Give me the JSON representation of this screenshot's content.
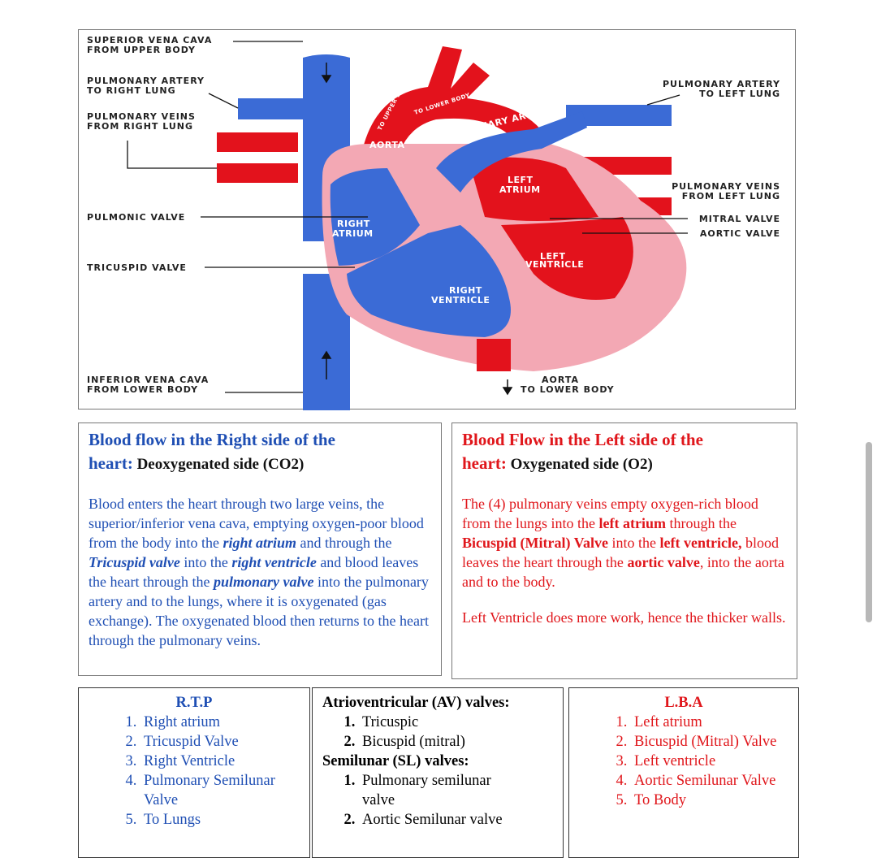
{
  "diagram": {
    "labels": {
      "svc_1": "SUPERIOR VENA CAVA",
      "svc_2": "FROM UPPER BODY",
      "pa_right_1": "PULMONARY ARTERY",
      "pa_right_2": "TO RIGHT LUNG",
      "pv_right_1": "PULMONARY VEINS",
      "pv_right_2": "FROM RIGHT LUNG",
      "pulmonic_valve": "PULMONIC VALVE",
      "tricuspid_valve": "TRICUSPID VALVE",
      "ivc_1": "INFERIOR VENA CAVA",
      "ivc_2": "FROM LOWER BODY",
      "pa_left_1": "PULMONARY ARTERY",
      "pa_left_2": "TO LEFT LUNG",
      "pv_left_1": "PULMONARY VEINS",
      "pv_left_2": "FROM LEFT LUNG",
      "mitral_valve": "MITRAL VALVE",
      "aortic_valve": "AORTIC VALVE",
      "aorta_lower_1": "AORTA",
      "aorta_lower_2": "TO LOWER BODY",
      "aorta": "AORTA",
      "pulmonary_artery": "PULMONARY ARTERY",
      "left_atrium_1": "LEFT",
      "left_atrium_2": "ATRIUM",
      "right_atrium_1": "RIGHT",
      "right_atrium_2": "ATRIUM",
      "left_ventricle_1": "LEFT",
      "left_ventricle_2": "VENTRICLE",
      "right_ventricle_1": "RIGHT",
      "right_ventricle_2": "VENTRICLE",
      "to_upper_body": "TO UPPER BODY",
      "to_lower_body": "TO LOWER BODY"
    },
    "colors": {
      "oxygenated": "#e3121c",
      "deoxygenated": "#3b6bd6",
      "myocardium": "#f3a8b4"
    }
  },
  "right_side": {
    "title": "Blood flow in the Right side of the",
    "title_heart": "heart:",
    "subtitle": " Deoxygenated side (CO2)",
    "p1_a": "Blood enters the heart through two large veins, the superior/inferior vena cava, emptying oxygen-poor blood from the body into the ",
    "p1_ra": "right atrium",
    "p1_b": " and through the ",
    "p1_tv": "Tricuspid valve",
    "p1_c": " into the ",
    "p1_rv": "right ventricle",
    "p1_d": " and blood leaves the heart through the ",
    "p1_pv": "pulmonary valve",
    "p1_e": "  into the pulmonary artery and to the lungs, where it is oxygenated (gas exchange). The oxygenated blood then returns to the heart through the pulmonary veins."
  },
  "left_side": {
    "title": "Blood Flow in the Left side of the",
    "title_heart": "heart:",
    "subtitle": " Oxygenated side (O2)",
    "p1_a": "The (4) pulmonary veins empty oxygen-rich blood from the lungs into the ",
    "p1_la": "left atrium",
    "p1_b": " through the ",
    "p1_bv": "Bicuspid (Mitral) Valve",
    "p1_c": " into the ",
    "p1_lv": "left ventricle,",
    "p1_d": " blood leaves the heart through the ",
    "p1_av": "aortic valve",
    "p1_e": ", into the aorta and to the body.",
    "p2": "Left Ventricle does more work, hence the thicker walls."
  },
  "rtp": {
    "title": "R.T.P",
    "items": [
      "Right atrium",
      "Tricuspid Valve",
      "Right Ventricle",
      "Pulmonary Semilunar Valve",
      "To Lungs"
    ]
  },
  "valves": {
    "av_title": "Atrioventricular (AV) valves:",
    "av_items": [
      "Tricuspic",
      "Bicuspid (mitral)"
    ],
    "sl_title": "Semilunar (SL) valves:",
    "sl_items": [
      "Pulmonary semilunar valve",
      "Aortic Semilunar valve"
    ]
  },
  "lba": {
    "title": "L.B.A",
    "items": [
      "Left atrium",
      "Bicuspid (Mitral) Valve",
      "Left ventricle",
      "Aortic Semilunar Valve",
      "To Body"
    ]
  }
}
